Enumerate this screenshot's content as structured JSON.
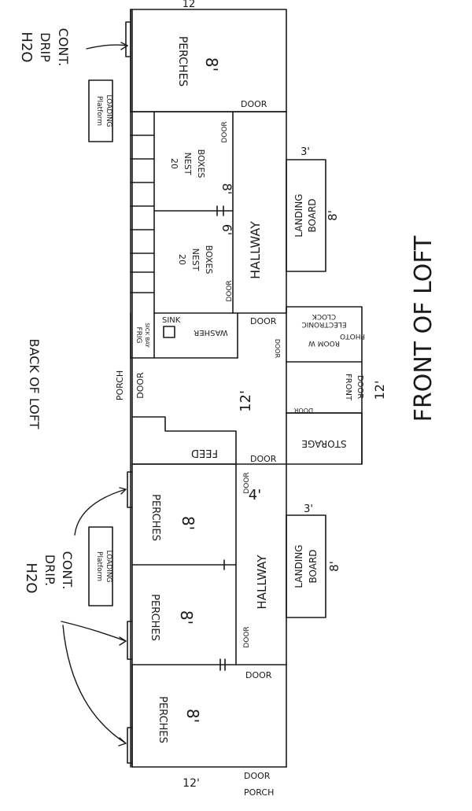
{
  "top_dimension": "12",
  "bottom_dimension": "12'",
  "back_label": "BACK OF LOFT",
  "front_label": "FRONT OF LOFT",
  "cont_drip_top": [
    "CONT.",
    "DRIP",
    "H2O"
  ],
  "cont_drip_bottom": [
    "CONT.",
    "DRIP.",
    "H2O"
  ],
  "loading_platform_top": [
    "LOADING",
    "Platform"
  ],
  "loading_platform_bottom": [
    "LOADING",
    "Platform"
  ],
  "rooms": {
    "perches_top": {
      "label": "PERCHES",
      "size": "8'"
    },
    "nest_boxes_upper": {
      "lines": [
        "20",
        "NEST",
        "BOXES"
      ],
      "size": "8'"
    },
    "nest_boxes_lower": {
      "lines": [
        "20",
        "NEST",
        "BOXES"
      ],
      "size": "6'"
    },
    "hallway_upper": {
      "label": "HALLWAY"
    },
    "landing_board_upper": {
      "lines": [
        "LANDING",
        "BOARD"
      ],
      "width": "3'",
      "length": "8'"
    },
    "photo_room": {
      "lines": [
        "PHOTO",
        "ROOM W",
        "ELECTRONIC",
        "CLOCK"
      ]
    },
    "frig_sick_bay": {
      "lines": [
        "FRIG",
        "SICK BAY"
      ]
    },
    "sink": {
      "label": "SINK"
    },
    "washer": {
      "label": "WASHER"
    },
    "center_12": {
      "label": "12'"
    },
    "front_door": {
      "lines": [
        "FRONT",
        "DOOR"
      ],
      "size": "12'"
    },
    "storage": {
      "label": "STORAGE"
    },
    "feed": {
      "label": "FEED"
    },
    "perches_mid": {
      "label": "PERCHES",
      "size": "8'"
    },
    "hallway_lower": {
      "label": "HALLWAY",
      "size": "4'"
    },
    "landing_board_lower": {
      "lines": [
        "LANDING",
        "BOARD"
      ],
      "width": "3'",
      "length": "8'"
    },
    "perches_lower": {
      "label": "PERCHES",
      "size": "8'"
    },
    "perches_bottom": {
      "label": "PERCHES",
      "size": "8'"
    }
  },
  "doors": {
    "d1": "DOOR",
    "d2": "DOOR",
    "d3": "DOOR",
    "d4": "DOOR",
    "d5": "DOOR",
    "d6": "DOOR",
    "d7": "DOOR",
    "d8": "DOOR",
    "d9": "DOOR",
    "d10": "DOOR",
    "d11": "DOOR",
    "porch_door": [
      "PORCH",
      "DOOR"
    ],
    "bottom_door_porch": [
      "DOOR",
      "PORCH"
    ]
  }
}
